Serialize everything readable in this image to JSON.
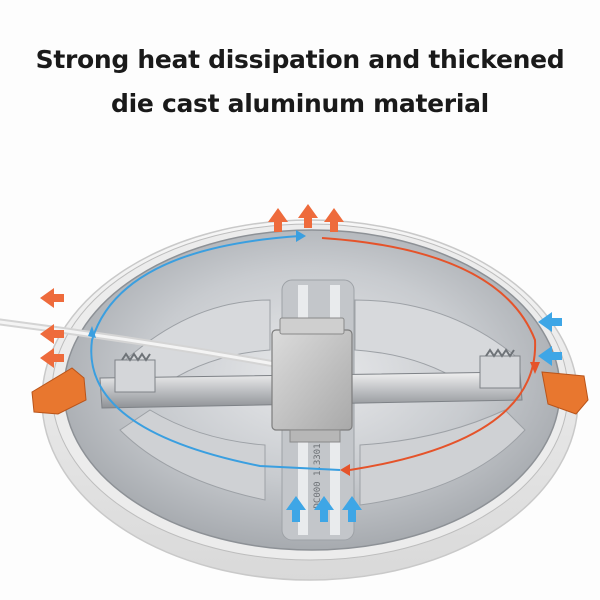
{
  "headline": {
    "line1": "Strong heat dissipation and thickened",
    "line2": "die cast aluminum material"
  },
  "product_label_text": "DC000 1.3301",
  "colors": {
    "hot_arrow": "#ee6b3c",
    "cool_arrow": "#3ea6e6",
    "hot_flow": "#e5532a",
    "cool_flow": "#3a9fe0",
    "clip": "#e8772f",
    "background": "#fdfdfd"
  },
  "icons": [
    "hot-air-arrow-icon",
    "cool-air-arrow-icon",
    "airflow-loop-icon"
  ]
}
